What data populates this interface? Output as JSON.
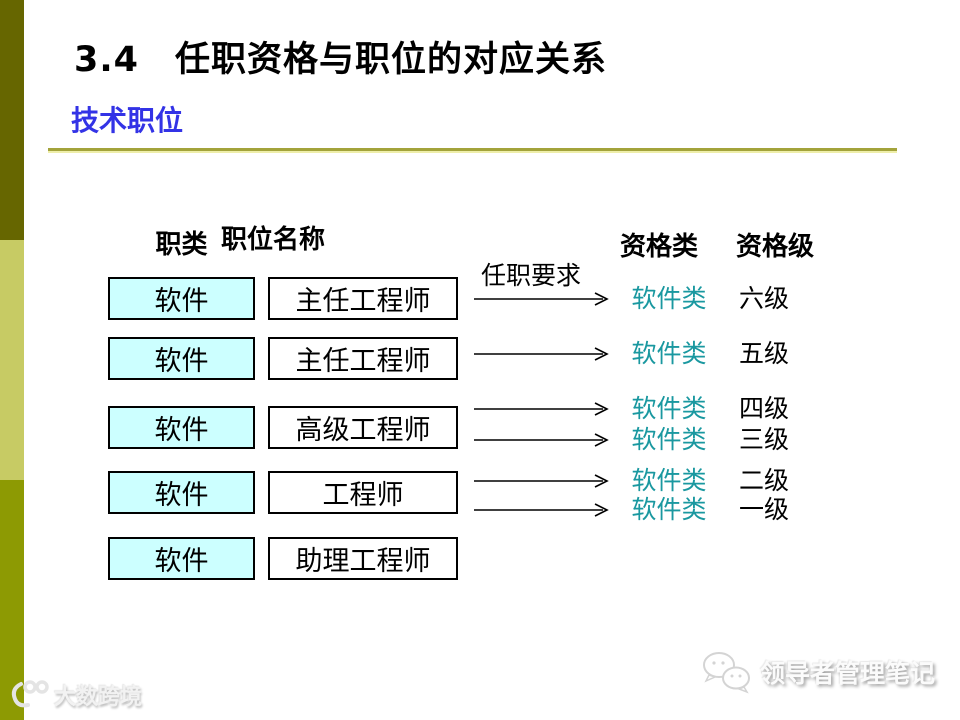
{
  "slide": {
    "title": "3.4　任职资格与职位的对应关系",
    "subtitle": "技术职位"
  },
  "diagram": {
    "col_headers": [
      {
        "label": "职类"
      },
      {
        "label": "职位名称"
      },
      {
        "label": "资格类"
      },
      {
        "label": "资格级"
      }
    ],
    "arrow_label": "任职要求",
    "rows": [
      {
        "job_class": "软件",
        "job_title": "主任工程师",
        "mappings": [
          {
            "qual_class": "软件类",
            "qual_level": "六级"
          }
        ]
      },
      {
        "job_class": "软件",
        "job_title": "主任工程师",
        "mappings": [
          {
            "qual_class": "软件类",
            "qual_level": "五级"
          }
        ]
      },
      {
        "job_class": "软件",
        "job_title": "高级工程师",
        "mappings": [
          {
            "qual_class": "软件类",
            "qual_level": "四级"
          },
          {
            "qual_class": "软件类",
            "qual_level": "三级"
          }
        ]
      },
      {
        "job_class": "软件",
        "job_title": "工程师",
        "mappings": [
          {
            "qual_class": "软件类",
            "qual_level": "二级"
          },
          {
            "qual_class": "软件类",
            "qual_level": "一级"
          }
        ]
      },
      {
        "job_class": "软件",
        "job_title": "助理工程师",
        "mappings": []
      }
    ]
  },
  "watermarks": {
    "bottom_left": {
      "text": "大数跨境",
      "icon": "infinity-swirl-logo"
    },
    "bottom_right": {
      "text": "领导者管理笔记",
      "icon": "chat-bubbles-logo"
    }
  },
  "colors": {
    "sidebar_top": "#666600",
    "sidebar_middle": "#c7cb64",
    "sidebar_bottom": "#8d9a03",
    "subtitle_blue": "#3333e6",
    "rule_olive": "#a3a33b",
    "box_fill_cyan": "#ccffff",
    "qual_class_teal": "#1a98a0"
  }
}
